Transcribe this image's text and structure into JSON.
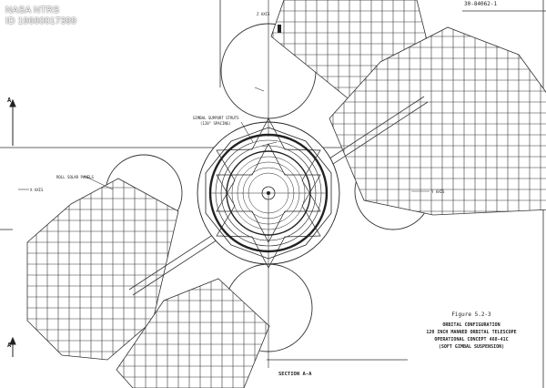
{
  "watermark": {
    "line1": "NASA NTRS",
    "line2": "ID 19660017399"
  },
  "document_number": "30-84062-1",
  "labels": {
    "section_marker": "A",
    "gimbal_struts": "GIMBAL SUPPORT STRUTS",
    "gimbal_struts_note": "(120° SPACING)",
    "roll_solar_panels": "ROLL SOLAR PANELS",
    "x_axis": "X AXIS",
    "y_axis": "Y AXIS",
    "z_axis": "Z AXIS",
    "section_view": "SECTION A-A"
  },
  "caption": {
    "figure": "Figure 5.2-3",
    "line1": "ORBITAL CONFIGURATION",
    "line2": "120 INCH MANNED ORBITAL TELESCOPE",
    "line3": "OPERATIONAL CONCEPT 468-41C",
    "line4": "(SOFT GIMBAL SUSPENSION)"
  },
  "colors": {
    "ink": "#2a2a2a",
    "paper": "#ffffff",
    "grid": "#555555"
  }
}
